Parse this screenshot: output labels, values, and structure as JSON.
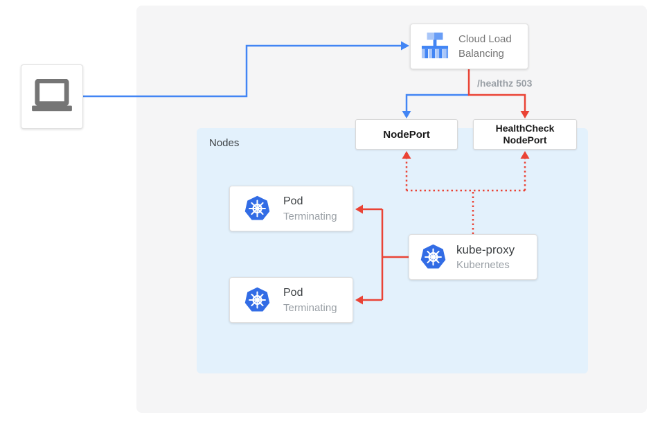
{
  "colors": {
    "arrow_blue": "#4285F4",
    "arrow_red": "#EA4335",
    "panel_background": "#F5F5F6",
    "nodes_panel_background": "#E3F1FC",
    "kubernetes_blue": "#326CE5",
    "icon_gray": "#757575",
    "muted_text": "#9AA0A6"
  },
  "client": {
    "icon": "laptop-icon"
  },
  "cloud_lb": {
    "icon": "load-balancer-icon",
    "lines": [
      "Cloud Load",
      "Balancing"
    ]
  },
  "health_check_label": "/healthz 503",
  "nodeport": {
    "label": "NodePort"
  },
  "healthcheck_nodeport": {
    "lines": [
      "HealthCheck",
      "NodePort"
    ]
  },
  "nodes_panel": {
    "label": "Nodes"
  },
  "pods": [
    {
      "icon": "kubernetes-icon",
      "title": "Pod",
      "status": "Terminating"
    },
    {
      "icon": "kubernetes-icon",
      "title": "Pod",
      "status": "Terminating"
    }
  ],
  "kube_proxy": {
    "icon": "kubernetes-icon",
    "title": "kube-proxy",
    "subtitle": "Kubernetes"
  }
}
